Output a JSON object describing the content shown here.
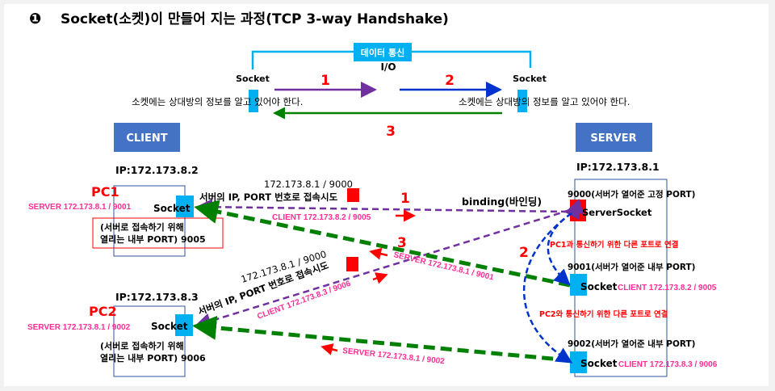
{
  "title": {
    "bullet": "❶",
    "text": "Socket(소켓)이 만들어 지는 과정(TCP 3-way Handshake)"
  },
  "overview": {
    "comm_label": "데이터 통신",
    "io_label": "I/O",
    "socket_left": "Socket",
    "socket_right": "Socket",
    "note_left": "소켓에는 상대방의 정보를 알고 있어야 한다.",
    "note_right": "소켓에는 상대방의 정보를 알고 있어야 한다.",
    "step1": "1",
    "step2": "2",
    "step3": "3",
    "client_label": "CLIENT",
    "server_label": "SERVER"
  },
  "pc1": {
    "ip": "IP:172.173.8.2",
    "name": "PC1",
    "socket": "Socket",
    "server_info": "SERVER 172.173.8.1 / 9001",
    "port_note_line1": "(서버로 접속하기 위해",
    "port_note_line2": "열리는 내부 PORT) 9005"
  },
  "pc2": {
    "ip": "IP:172.173.8.3",
    "name": "PC2",
    "socket": "Socket",
    "server_info": "SERVER 172.173.8.1 / 9002",
    "port_note_line1": "(서버로 접속하기 위해",
    "port_note_line2": "열리는 내부 PORT) 9006"
  },
  "flows": {
    "pc1_target": "172.173.8.1 / 9000",
    "pc1_attempt": "서버의 IP, PORT 번호로 접속시도",
    "pc1_client": "CLIENT 172.173.8.2 / 9005",
    "step1": "1",
    "binding": "binding(바인딩)",
    "step3": "3",
    "server_9001": "SERVER 172.173.8.1 / 9001",
    "pc2_target": "172.173.8.1 / 9000",
    "pc2_attempt": "서버의 IP, PORT 번호로 접속시도",
    "pc2_client": "CLIENT 172.173.8.3 / 9006",
    "server_9002": "SERVER 172.173.8.1 / 9002",
    "step2": "2"
  },
  "server": {
    "ip": "IP:172.173.8.1",
    "port9000": "9000(서버가 열어준 고정 PORT)",
    "server_socket": "ServerSocket",
    "pc1_link": "PC1과 통신하기 위한 다른 포트로 연결",
    "port9001": "9001(서버가 열어준 내부 PORT)",
    "socket1": "Socket",
    "client1": "CLIENT 172.173.8.2 / 9005",
    "pc2_link": "PC2와 통신하기 위한 다른 포트로 연결",
    "port9002": "9002(서버가 열어준 내부 PORT)",
    "socket2": "Socket",
    "client2": "CLIENT 172.173.8.3 / 9006"
  },
  "colors": {
    "accent": "#00b0f0",
    "box": "#4472c4",
    "purple": "#7030a0",
    "green": "#008000",
    "blue": "#0033cc",
    "red": "#ff0000",
    "pink": "#ff2d95"
  }
}
